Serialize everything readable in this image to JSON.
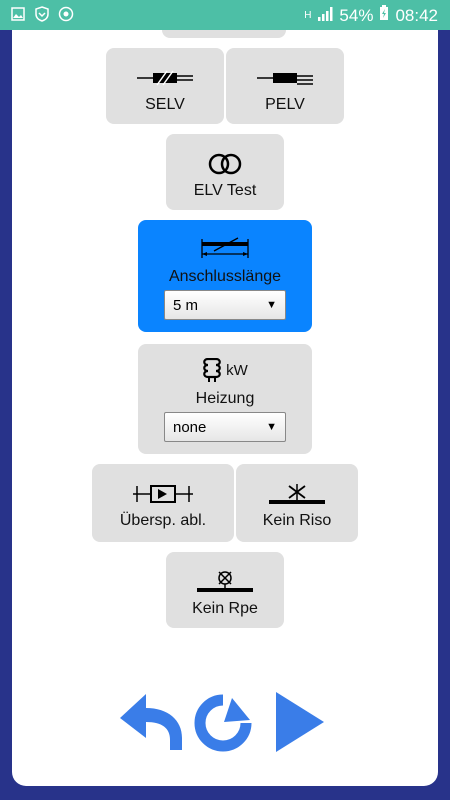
{
  "status": {
    "battery": "54%",
    "time": "08:42",
    "net": "H"
  },
  "buttons": {
    "selv": "SELV",
    "pelv": "PELV",
    "elv_test": "ELV Test",
    "anschluss": {
      "label": "Anschlusslänge",
      "value": "5 m"
    },
    "heizung": {
      "label": "Heizung",
      "unit": "kW",
      "value": "none"
    },
    "ueberspannung": "Übersp. abl.",
    "kein_riso": "Kein Riso",
    "kein_rpe": "Kein Rpe"
  },
  "colors": {
    "status_bar": "#4dbfa6",
    "background": "#28338a",
    "selected": "#0a84ff",
    "nav": "#3a7de8"
  },
  "icons": [
    "back-arrow-icon",
    "refresh-icon",
    "play-icon"
  ]
}
